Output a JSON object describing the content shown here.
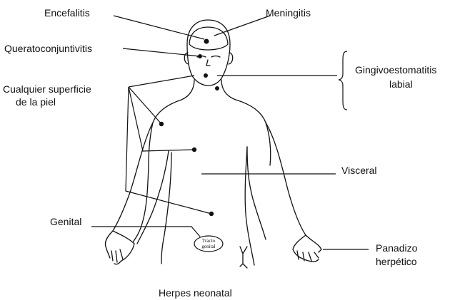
{
  "labels": {
    "encefalitis": "Encefalitis",
    "meningitis": "Meningitis",
    "queratoconjuntivitis": "Queratoconjuntivitis",
    "piel_1": "Cualquier superficie",
    "piel_2": "de la piel",
    "gingivo_1": "Gingivoestomatitis",
    "gingivo_2": "labial",
    "visceral": "Visceral",
    "genital": "Genital",
    "tracto_1": "Tracto",
    "tracto_2": "genital",
    "panadizo_1": "Panadizo",
    "panadizo_2": "herpético",
    "caption": "Herpes neonatal"
  }
}
